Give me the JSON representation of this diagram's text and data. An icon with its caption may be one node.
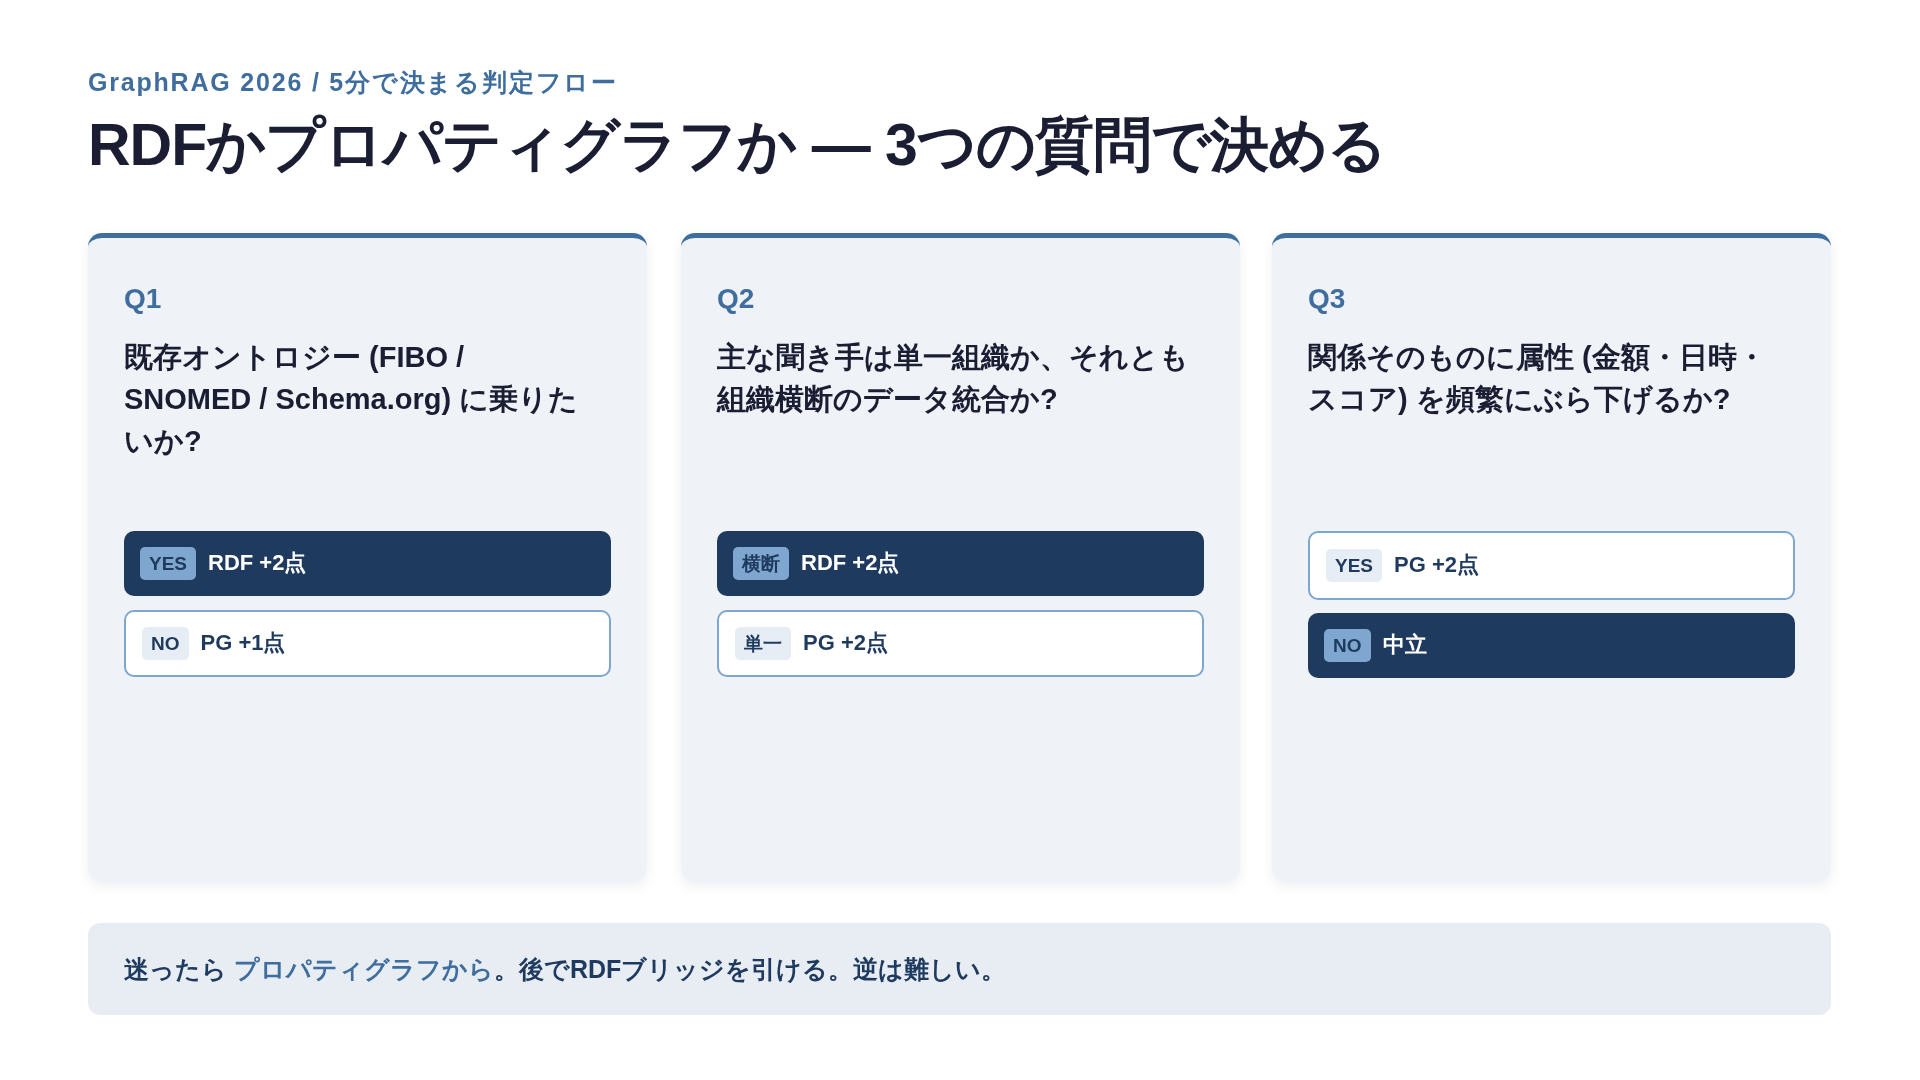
{
  "diagram": {
    "title": "RDFかプロパティグラフか — 3つの質問で決める",
    "nodes": [
      {
        "text": [
          "Q1",
          "既存オントロジー (FIBO / SNOMED / Schema.org) に乗りたいか?"
        ]
      },
      {
        "text": [
          "YES",
          "RDF +2点"
        ],
        "in": 0
      },
      {
        "text": [
          "NO",
          "PG +1点"
        ],
        "in": 0
      },
      {
        "text": [
          "Q2",
          "主な聞き手は単一組織か、それとも組織横断のデータ統合か?"
        ]
      },
      {
        "text": [
          "横断",
          "RDF +2点"
        ],
        "in": 3
      },
      {
        "text": [
          "単一",
          "PG +2点"
        ],
        "in": 3
      },
      {
        "text": [
          "Q3",
          "関係そのものに属性 (金額・日時・スコア) を頻繁にぶら下げるか?"
        ]
      },
      {
        "text": [
          "YES",
          "PG +2点"
        ],
        "in": 6
      },
      {
        "text": [
          "NO",
          "中立"
        ],
        "in": 6
      },
      {
        "text": [
          "迷ったら **プロパティグラフから**。後でRDFブリッジを引ける。逆は難しい。"
        ]
      }
    ],
    "labels": [
      "GraphRAG 2026 / 5分で決まる判定フロー"
    ]
  }
}
